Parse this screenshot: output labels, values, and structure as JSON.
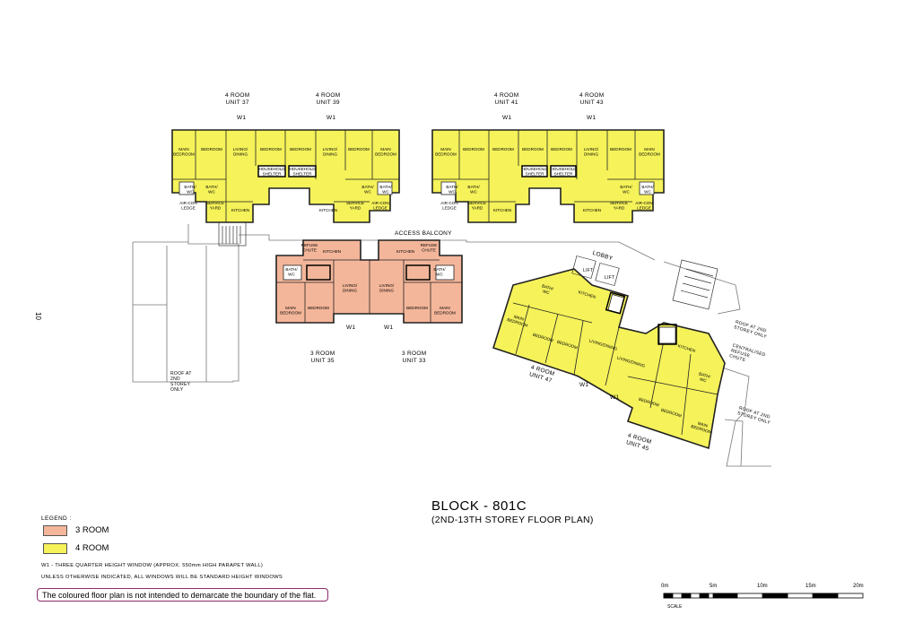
{
  "block": {
    "title": "BLOCK - 801C",
    "subtitle": "(2ND-13TH STOREY FLOOR PLAN)"
  },
  "side_label": "10",
  "units": [
    {
      "type": "4 ROOM",
      "unit": "UNIT 37"
    },
    {
      "type": "4 ROOM",
      "unit": "UNIT 39"
    },
    {
      "type": "4 ROOM",
      "unit": "UNIT 41"
    },
    {
      "type": "4 ROOM",
      "unit": "UNIT 43"
    },
    {
      "type": "3 ROOM",
      "unit": "UNIT 35"
    },
    {
      "type": "3 ROOM",
      "unit": "UNIT 33"
    },
    {
      "type": "4 ROOM",
      "unit": "UNIT 47"
    },
    {
      "type": "4 ROOM",
      "unit": "UNIT 45"
    }
  ],
  "labels": {
    "access_balcony": "ACCESS BALCONY",
    "lobby": "LOBBY",
    "lift": "LIFT",
    "w1": "W1",
    "roof_2nd": "ROOF AT 2ND STOREY ONLY",
    "roof_2nd_right": "ROOF AT 2ND STOREY ONLY",
    "centralised_refuse": "CENTRALISED REFUSE CHUTE"
  },
  "rooms": {
    "main_bedroom": "MAIN BEDROOM",
    "bedroom": "BEDROOM",
    "living_dining": "LIVING/ DINING",
    "living_dining_long": "LIVING/DINING",
    "kitchen": "KITCHEN",
    "bath_wc": "BATH/ WC",
    "household_shelter": "HOUSEHOLD SHELTER",
    "service_yard": "SERVICE YARD",
    "aircon_ledge": "AIR-CON LEDGE",
    "refuse_chute": "REFUSE CHUTE"
  },
  "legend": {
    "title": "LEGEND :",
    "items": [
      {
        "label": "3 ROOM",
        "color": "#f4b69a"
      },
      {
        "label": "4 ROOM",
        "color": "#f5f25a"
      }
    ],
    "note1": "W1  -  THREE QUARTER HEIGHT WINDOW (APPROX. 550mm HIGH PARAPET WALL)",
    "note2": "UNLESS OTHERWISE INDICATED, ALL WINDOWS WILL BE STANDARD HEIGHT WINDOWS"
  },
  "disclaimer": "The coloured floor plan is not intended to demarcate the boundary of the flat.",
  "scale": {
    "ticks": [
      "0m",
      "5m",
      "10m",
      "15m",
      "20m"
    ],
    "label": "SCALE"
  }
}
